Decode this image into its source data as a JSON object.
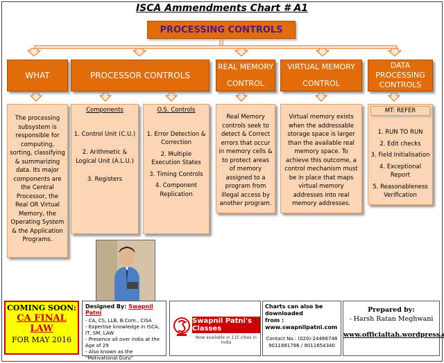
{
  "title": "ISCA Ammendments Chart # A1",
  "root": "PROCESSING CONTROLS",
  "branches": {
    "what": {
      "heading": "WHAT",
      "text": "The processing subsystem is responsible for computing, sorting, classifying & summarizing data. Its major components are the Central Processor, the Real OR Virtual Memory, the Operating System & the Application Programs."
    },
    "processor": {
      "heading": "PROCESSOR CONTROLS",
      "components": {
        "title": "Components",
        "items": [
          "1. Control Unit (C.U.)",
          "2. Arithmetic & Logical Unit (A.L.U.)",
          "3. Registers"
        ]
      },
      "os_controls": {
        "title": "O.S. Controls",
        "items": [
          "1. Error Detection & Correction",
          "2. Multiple Execution States",
          "3. Timing Controls",
          "4. Component Replication"
        ]
      }
    },
    "real_memory": {
      "heading_line1": "REAL MEMORY",
      "heading_line2": "CONTROL",
      "text": "Real Memory controls seek to detect & Correct errors that occur in memory cells & to protect areas of memory assigned to a program from illegal access by another program."
    },
    "virtual_memory": {
      "heading_line1": "VIRTUAL MEMORY",
      "heading_line2": "CONTROL",
      "text": "Virtual memory exists when the addressable storage space is larger than the available real memory space. To achieve this outcome, a control mechanism must be in place that maps virtual memory addresses into real memory addresses."
    },
    "data_processing": {
      "heading_line1": "DATA",
      "heading_line2": "PROCESSING",
      "heading_line3": "CONTROLS",
      "sub_title": "MT: REFER",
      "items": [
        "1. RUN TO RUN",
        "2. Edit checks",
        "3. Field Initialisation",
        "4. Exceptional Report",
        "5. Reasonableness Verification"
      ]
    }
  },
  "footer": {
    "coming_soon": "COMING SOON:",
    "course_line1": "CA FINAL",
    "course_line2": "LAW",
    "for_may": "FOR MAY 2016",
    "designed_by_label": "Designed By:",
    "designer_name": "Swapnil Patni",
    "designer_points": [
      "- CA, CS, LLB, B.Com., CISA",
      "- Expertise knowledge in ISCA, IT, SM, LAW",
      "- Presence all over India at the Age of 29",
      "- Also known as the \"Motivational Guru\""
    ],
    "brand_name": "Swapnil Patni's Classes",
    "brand_tagline": "Now available in 115 cities in India",
    "downloads_line1": "Charts can also be downloaded",
    "downloads_line2": "from : www.swapnilpatni.com",
    "contact_label": "Contact No.: (020)-24466748",
    "contact_numbers": "9011881796 / 9011654340",
    "prepared_by": "Prepared by:",
    "preparer": "- Harsh Ratan Meghwani",
    "blog": "www.officialtah.wordpress.com"
  },
  "colors": {
    "header_orange": "#e36c0a",
    "content_peach": "#fcd5b5",
    "root_text": "#4b1a8a",
    "arrow_fill": "#fde9d9",
    "coming_soon_bg": "#ffff00"
  }
}
